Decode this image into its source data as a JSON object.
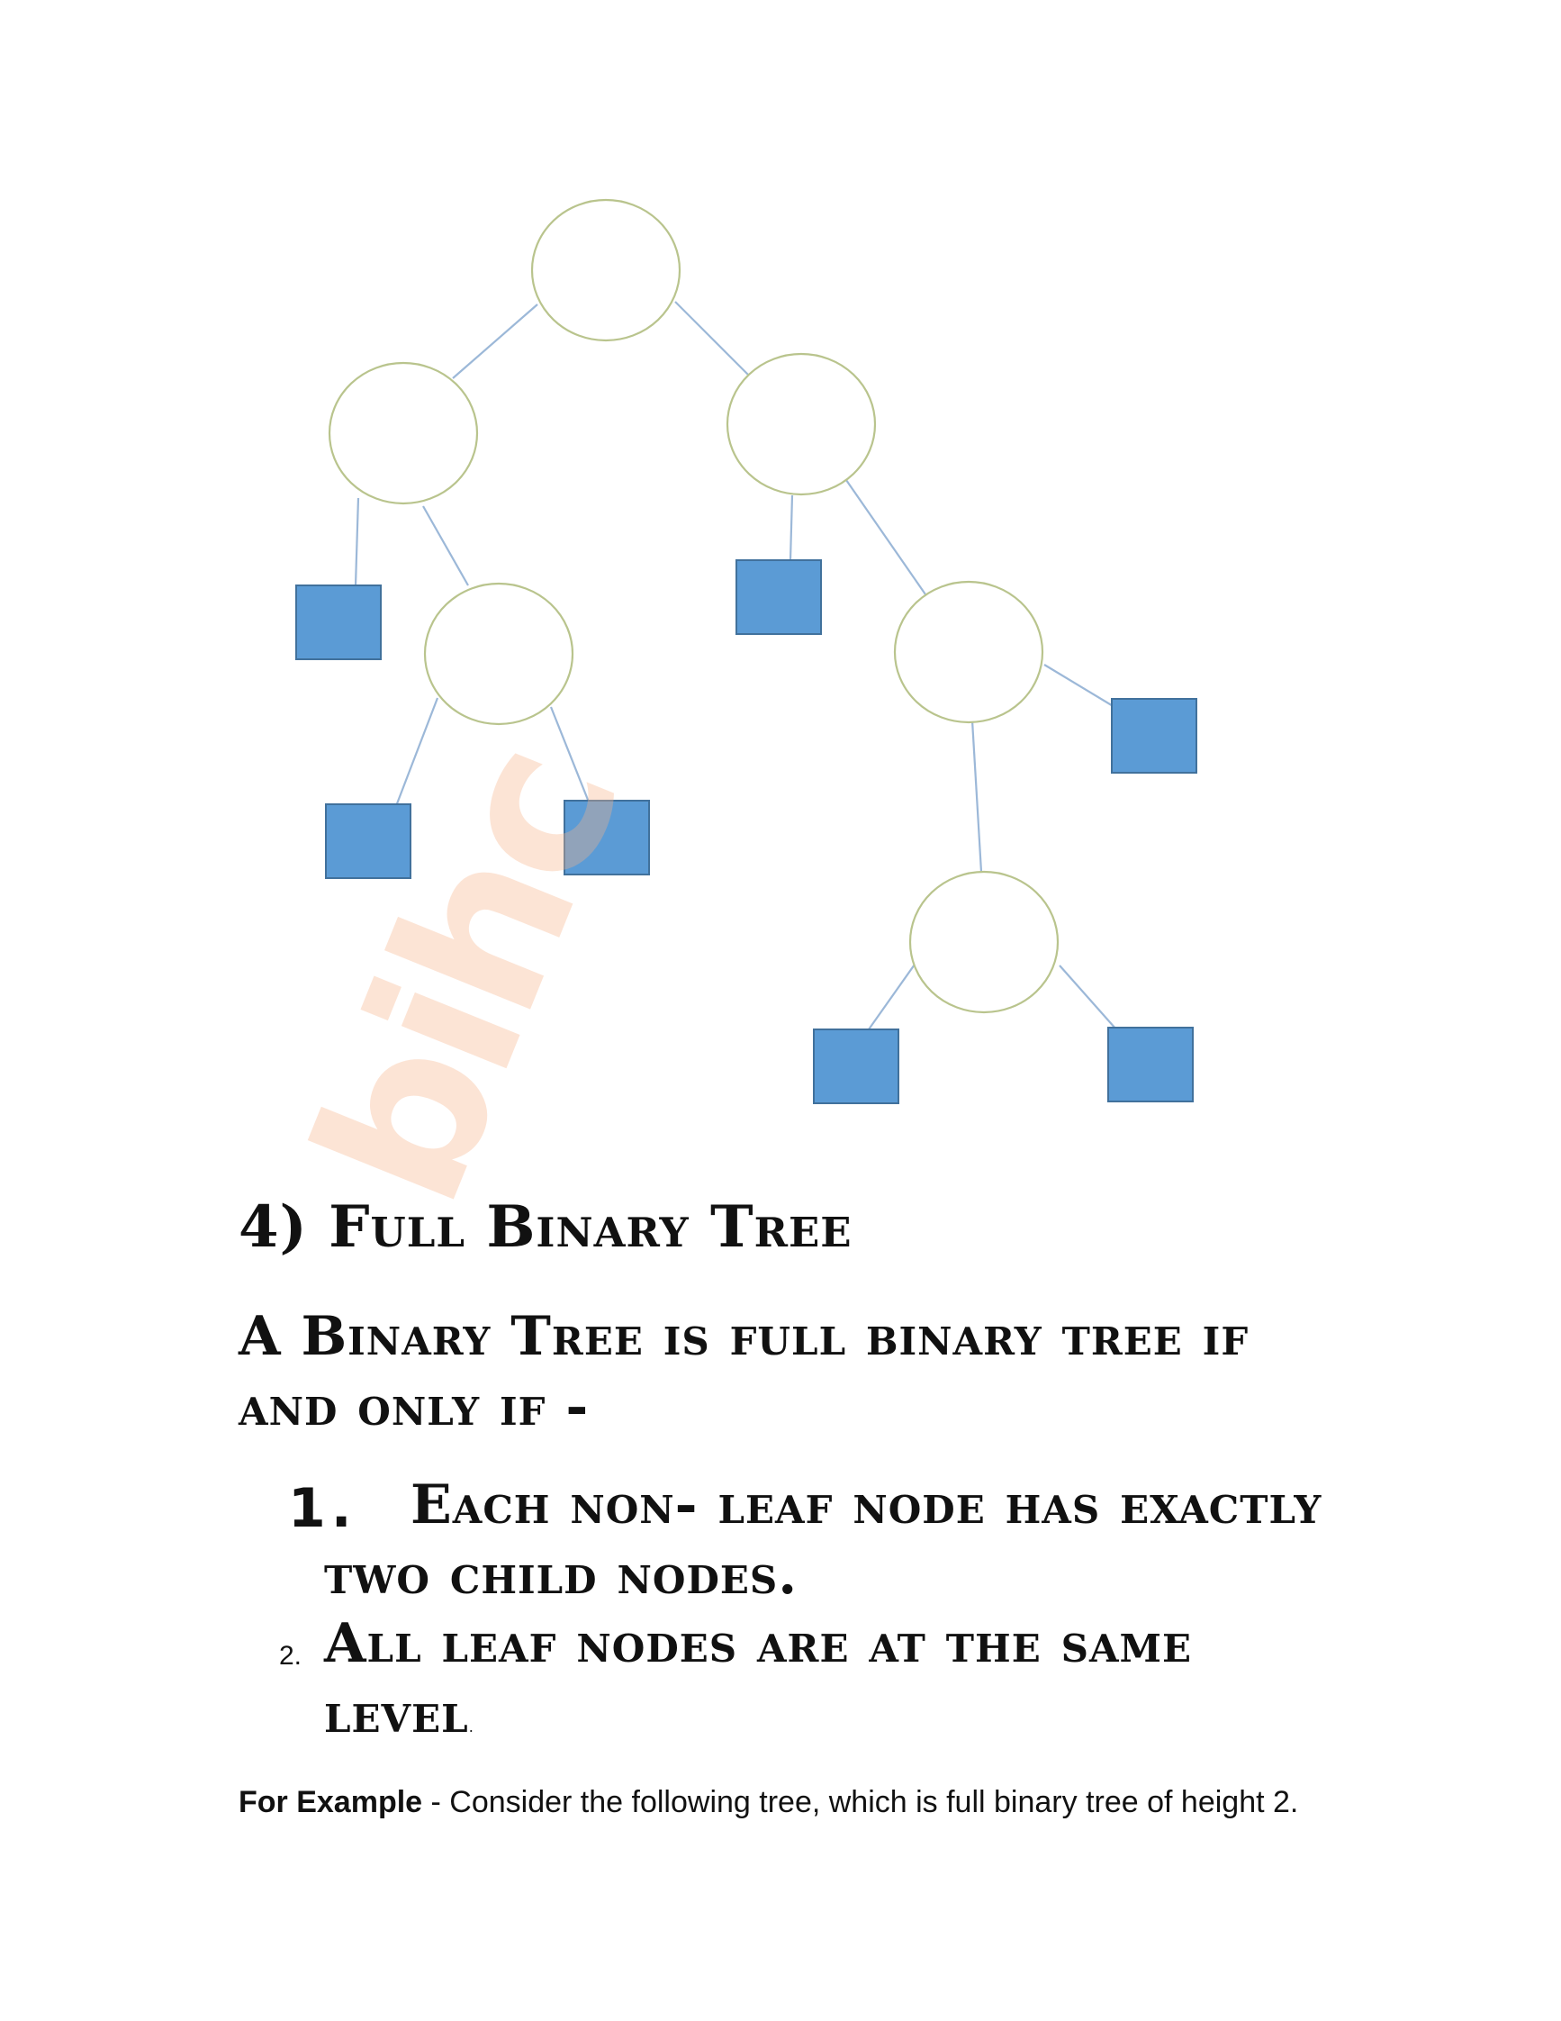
{
  "watermark": "bihc",
  "heading": "4) Full Binary Tree",
  "definition": "A Binary Tree is full binary tree if and only if -",
  "conditions": [
    {
      "marker": "1.",
      "text": "Each non- leaf node has exactly two child nodes."
    },
    {
      "marker": "2.",
      "text": "All leaf nodes are at the same level",
      "trailing": "."
    }
  ],
  "example": {
    "lead": "For Example",
    "text": " - Consider the following tree, which is full binary tree of height 2."
  },
  "colors": {
    "internal_node_stroke": "#b9c48d",
    "leaf_fill": "#5b9bd5",
    "edge": "#9cb8d8"
  }
}
